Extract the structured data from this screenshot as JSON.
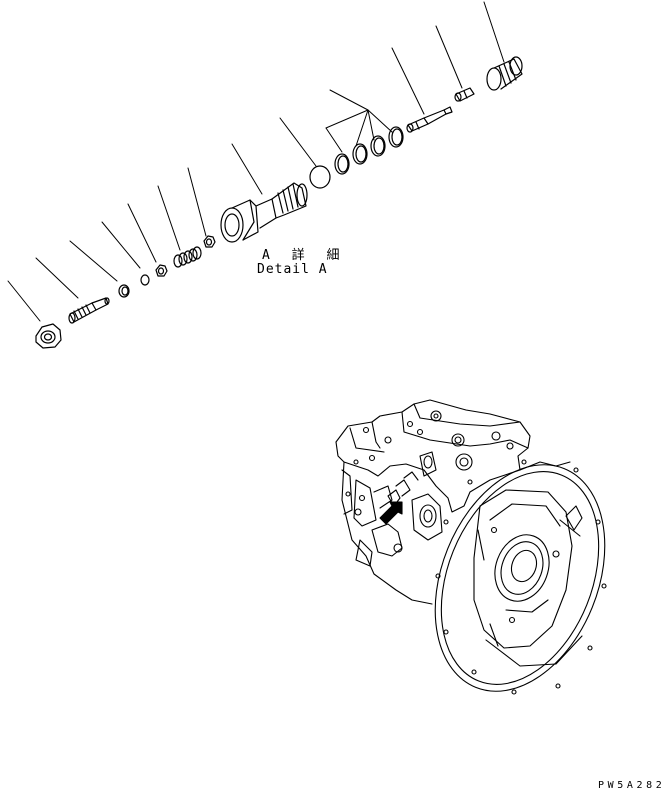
{
  "detail_label_jp": "A 詳 細",
  "detail_label_en": "Detail A",
  "drawing_code": "PW5A282"
}
